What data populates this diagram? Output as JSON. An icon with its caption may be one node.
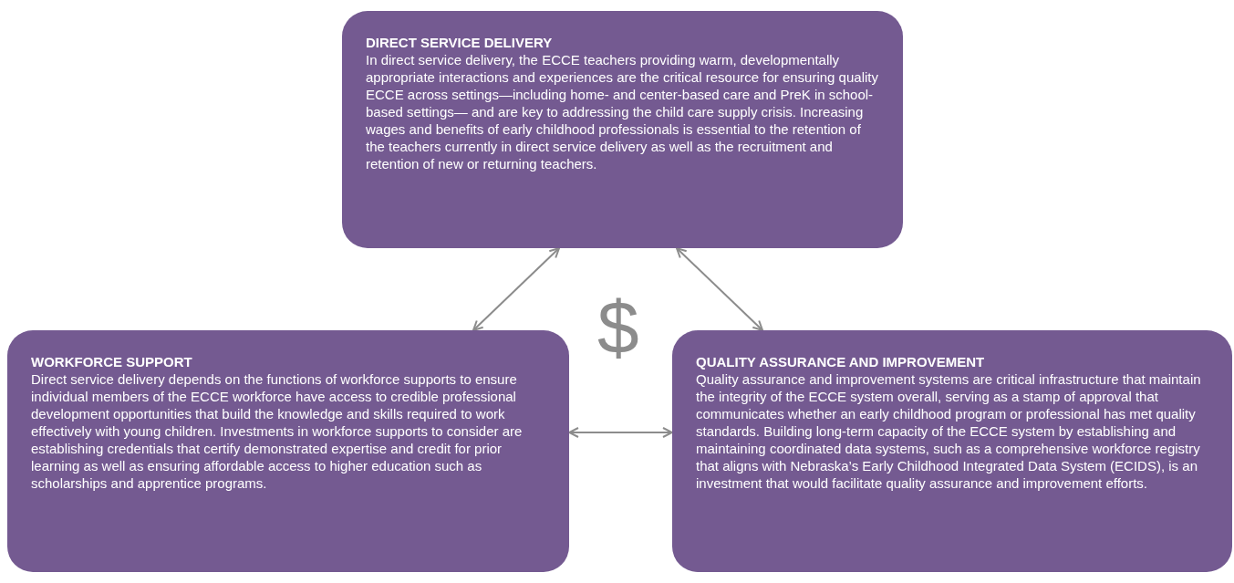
{
  "diagram": {
    "nodes": [
      {
        "text": [
          "DIRECT SERVICE DELIVERY",
          "In direct service delivery, the ECCE teachers providing warm, developmentally appropriate interactions and experiences are the critical resource for ensuring quality ECCE across settings—including home- and center-based care and PreK in school-based settings— and are key to addressing the child care supply crisis. Increasing wages and benefits of early childhood professionals is essential to the retention of the teachers currently in direct service delivery as well as the recruitment and retention of new or returning teachers."
        ]
      },
      {
        "text": [
          "WORKFORCE SUPPORT",
          "Direct service delivery depends on the functions of workforce supports to ensure individual members of the ECCE workforce have access to credible professional development opportunities that build the knowledge and skills required to work effectively with young children. Investments in workforce supports to consider are establishing credentials that certify demonstrated expertise and credit for prior learning as well as ensuring affordable access to higher education such as scholarships and apprentice programs."
        ]
      },
      {
        "text": [
          "QUALITY ASSURANCE AND IMPROVEMENT",
          "Quality assurance and improvement systems are critical infrastructure that maintain the integrity of the ECCE system overall, serving as a stamp of approval that communicates whether an early childhood program or professional has met quality standards. Building long-term capacity of the ECCE system by establishing and maintaining coordinated data systems, such as a comprehensive workforce registry that aligns with Nebraska’s Early Childhood Integrated Data System (ECIDS), is an investment that would facilitate quality assurance and improvement efforts."
        ]
      }
    ],
    "edges": [
      {
        "from": 0,
        "to": 1,
        "arrow": "both"
      },
      {
        "from": 0,
        "to": 2,
        "arrow": "both"
      },
      {
        "from": 1,
        "to": 2,
        "arrow": "both"
      }
    ],
    "labels": [
      "$"
    ]
  }
}
